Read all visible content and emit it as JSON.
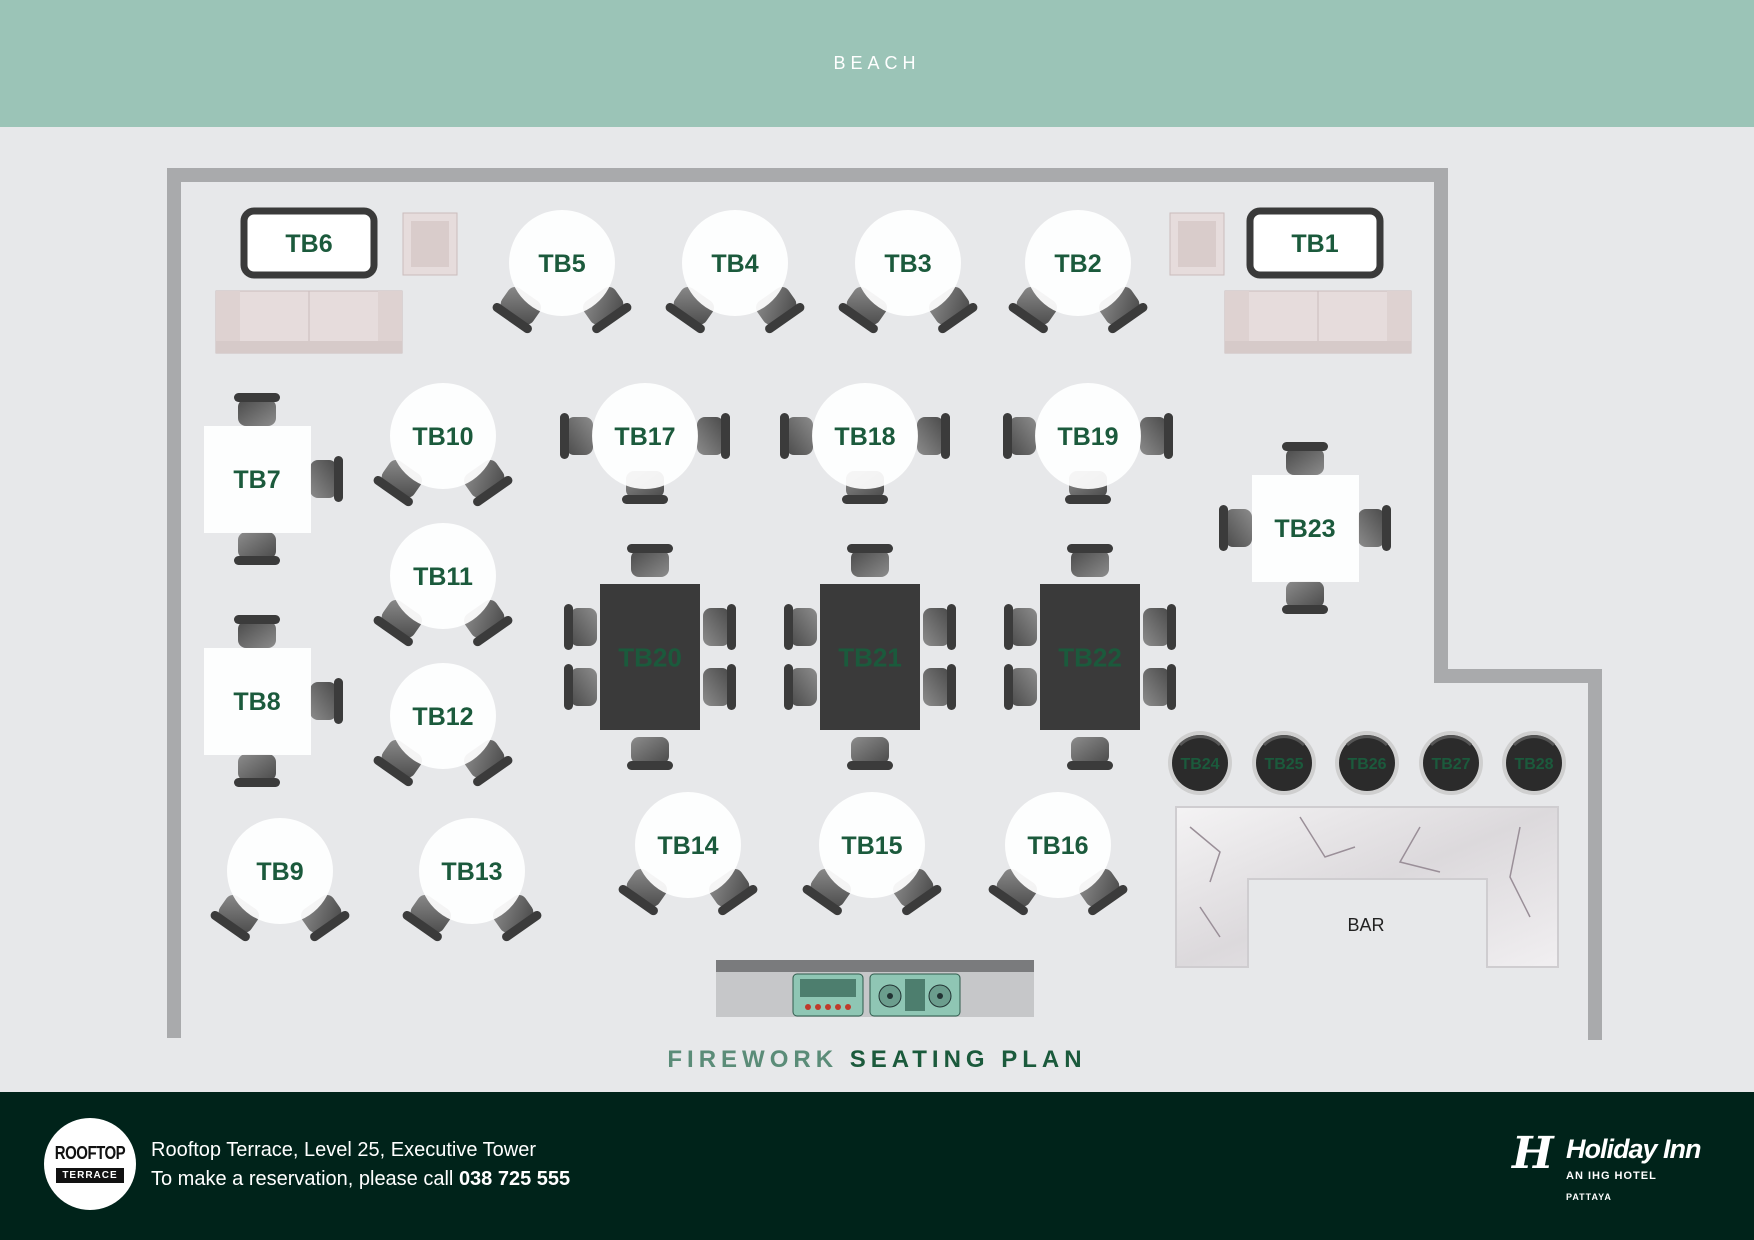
{
  "header": {
    "beach_label": "BEACH"
  },
  "tables": {
    "TB1": "TB1",
    "TB2": "TB2",
    "TB3": "TB3",
    "TB4": "TB4",
    "TB5": "TB5",
    "TB6": "TB6",
    "TB7": "TB7",
    "TB8": "TB8",
    "TB9": "TB9",
    "TB10": "TB10",
    "TB11": "TB11",
    "TB12": "TB12",
    "TB13": "TB13",
    "TB14": "TB14",
    "TB15": "TB15",
    "TB16": "TB16",
    "TB17": "TB17",
    "TB18": "TB18",
    "TB19": "TB19",
    "TB20": "TB20",
    "TB21": "TB21",
    "TB22": "TB22",
    "TB23": "TB23",
    "TB24": "TB24",
    "TB25": "TB25",
    "TB26": "TB26",
    "TB27": "TB27",
    "TB28": "TB28"
  },
  "bar_label": "BAR",
  "plan_title": {
    "part1": "FIREWORK",
    "part2": "SEATING PLAN"
  },
  "footer": {
    "badge_line1": "ROOFTOP",
    "badge_line2": "TERRACE",
    "address": "Rooftop Terrace, Level 25, Executive Tower",
    "reservation_text": "To make a reservation, please call ",
    "phone": "038 725 555",
    "brand_name": "Holiday Inn",
    "brand_sub": "AN IHG HOTEL",
    "brand_city": "PATTAYA"
  }
}
